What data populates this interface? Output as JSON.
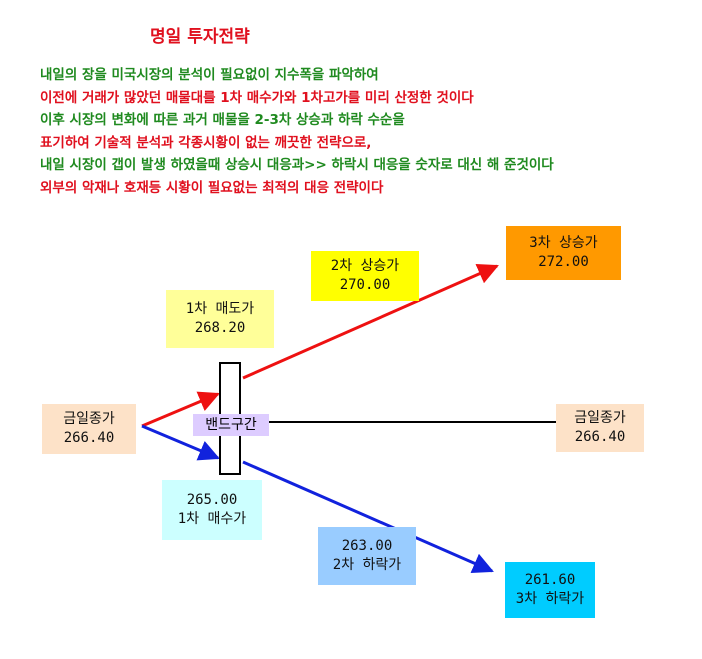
{
  "title": "명일 투자전략",
  "colors": {
    "green": "#1f8a1f",
    "red": "#e0101e",
    "up_arrow": "#ee1111",
    "down_arrow": "#1122dd",
    "flat_line": "#000000"
  },
  "description": [
    {
      "text": "내일의 장을 미국시장의 분석이 필요없이 지수폭을 파악하여",
      "color": "green"
    },
    {
      "text": "이전에 거래가 많았던 매물대를 1차 매수가와 1차고가를 미리 산정한 것이다",
      "color": "red"
    },
    {
      "text": "이후 시장의 변화에 따른 과거 매물을 2-3차 상승과 하락 수순을",
      "color": "green"
    },
    {
      "text": "표기하여 기술적  분석과 각종시황이 없는 깨끗한 전략으로,",
      "color": "red"
    },
    {
      "text": "내일 시장이 갭이 발생 하였을때 상승시 대응과>> 하락시 대응을 숫자로 대신 해 준것이다",
      "color": "green"
    },
    {
      "text": "외부의 악재나 호재등  시황이 필요없는 최적의 대응 전략이다",
      "color": "red"
    }
  ],
  "boxes": {
    "close_left": {
      "label": "금일종가",
      "value": "266.40",
      "bg": "#fde2c8"
    },
    "close_right": {
      "label": "금일종가",
      "value": "266.40",
      "bg": "#fde2c8"
    },
    "sell1": {
      "label": "1차 매도가",
      "value": "268.20",
      "bg": "#ffff99"
    },
    "up2": {
      "label": "2차 상승가",
      "value": "270.00",
      "bg": "#ffff00"
    },
    "up3": {
      "label": "3차 상승가",
      "value": "272.00",
      "bg": "#ff9900"
    },
    "buy1": {
      "label": "1차 매수가",
      "value": "265.00",
      "bg": "#ccffff"
    },
    "down2": {
      "label": "2차 하락가",
      "value": "263.00",
      "bg": "#99ccff"
    },
    "down3": {
      "label": "3차 하락가",
      "value": "261.60",
      "bg": "#00ccff"
    }
  },
  "band": {
    "label": "밴드구간",
    "bg": "#ddccff"
  }
}
